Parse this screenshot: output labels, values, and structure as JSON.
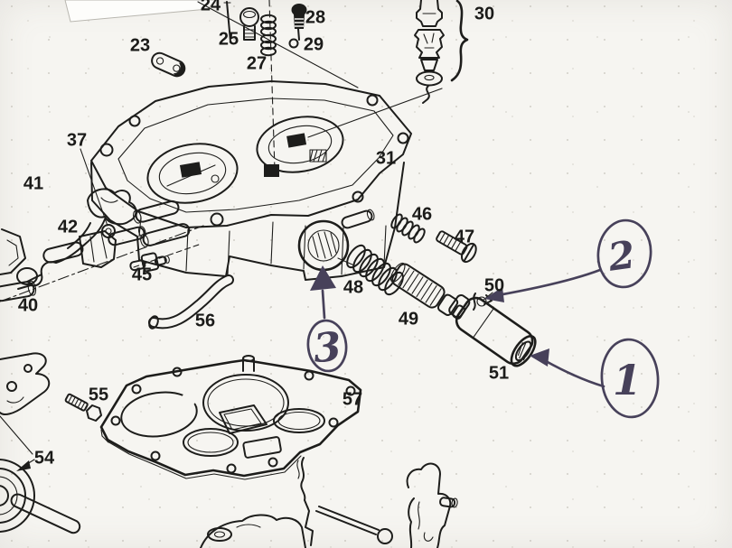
{
  "colors": {
    "paper": "#f6f5f1",
    "line": "#1d1d1b",
    "ink": "#47415a"
  },
  "diagram": {
    "part_labels": [
      {
        "number": "23"
      },
      {
        "number": "24"
      },
      {
        "number": "25"
      },
      {
        "number": "27"
      },
      {
        "number": "28"
      },
      {
        "number": "29"
      },
      {
        "number": "30"
      },
      {
        "number": "31"
      },
      {
        "number": "37"
      },
      {
        "number": "40"
      },
      {
        "number": "41"
      },
      {
        "number": "42"
      },
      {
        "number": "45"
      },
      {
        "number": "46"
      },
      {
        "number": "47"
      },
      {
        "number": "48"
      },
      {
        "number": "49"
      },
      {
        "number": "50"
      },
      {
        "number": "51"
      },
      {
        "number": "54"
      },
      {
        "number": "55"
      },
      {
        "number": "56"
      },
      {
        "number": "57"
      }
    ],
    "annotations": [
      {
        "label": "1"
      },
      {
        "label": "2"
      },
      {
        "label": "3"
      }
    ]
  }
}
